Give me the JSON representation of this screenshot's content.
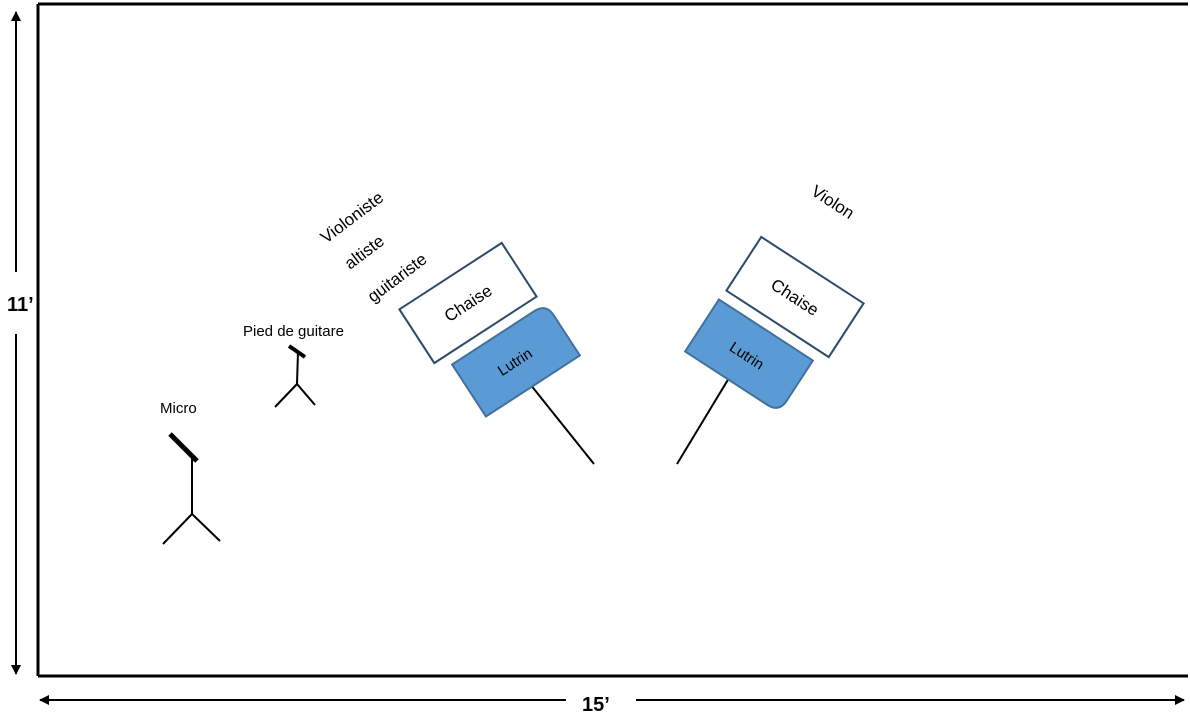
{
  "dimensions": {
    "height_label": "11’",
    "width_label": "15’"
  },
  "colors": {
    "lutrin_fill": "#5b9bd5",
    "lutrin_stroke": "#41719c",
    "chaise_stroke": "#2e4a6b",
    "line": "#000000"
  },
  "labels": {
    "micro": "Micro",
    "guitar_stand": "Pied de guitare",
    "left_role_1": "Violoniste",
    "left_role_2": "altiste",
    "left_role_3": "guitariste",
    "right_role": "Violon",
    "chaise_left": "Chaise",
    "lutrin_left": "Lutrin",
    "chaise_right": "Chaise",
    "lutrin_right": "Lutrin"
  },
  "icons": [
    "microphone-stand-icon",
    "guitar-stand-icon",
    "music-stand-left-icon",
    "music-stand-right-icon"
  ]
}
